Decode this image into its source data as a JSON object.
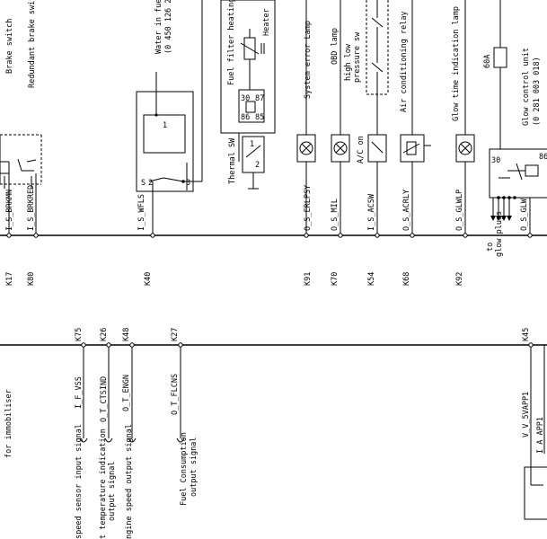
{
  "top": {
    "brake_switch": "Brake switch",
    "redundant_brake_switch": "Redundant brake switch",
    "water_in_fuel_level": "Water in fuel level",
    "water_part_no": "(0 450 126 2",
    "fuel_filter_heating": "Fuel filter heating re",
    "heater": "Heater",
    "thermal_sw": "Thermal SW",
    "system_error_lamp": "System error Lamp",
    "obd_lamp": "OBD lamp",
    "high_low_1": "high low",
    "high_low_2": "pressure sw",
    "ac_on": "A/C on",
    "air_conditioning_relay": "Air conditioning relay",
    "glow_time_lamp": "Glow time indication lamp",
    "fuse_60a": "60A",
    "glow_control_unit": "Glow control unit",
    "glow_part_no": "(0 281 003 018)",
    "to_glow_plugs_1": "to",
    "to_glow_plugs_2": "glow plugs",
    "pin_30": "30",
    "pin_86": "86",
    "pin_87": "87",
    "pin_85": "85",
    "pin_30b": "30",
    "pin_86b": "86",
    "pin_1": "1",
    "pin_2": "2",
    "pin_3": "3",
    "pin_1b": "1",
    "pin_2b": "2",
    "pin_s": "S"
  },
  "signals_top": [
    {
      "id": "brkmn",
      "signal": "I_S_BRKMN",
      "pin": "K17"
    },
    {
      "id": "brkred",
      "signal": "I_S_BRKRED",
      "pin": "K80"
    },
    {
      "id": "wfls",
      "signal": "I_S_WFLS",
      "pin": "K40"
    },
    {
      "id": "erlpsy",
      "signal": "O_S_ERLPSY",
      "pin": "K91"
    },
    {
      "id": "mil",
      "signal": "O_S_MIL",
      "pin": "K70"
    },
    {
      "id": "acsw",
      "signal": "I_S_ACSW",
      "pin": "K54"
    },
    {
      "id": "acrly",
      "signal": "O_S_ACRLY",
      "pin": "K68"
    },
    {
      "id": "glwlp",
      "signal": "O_S_GLWLP",
      "pin": "K92"
    },
    {
      "id": "glw",
      "signal": "O_S_GLW",
      "pin": ""
    }
  ],
  "signals_bottom": [
    {
      "id": "vss",
      "signal": "I_F_VSS",
      "pin": "K75",
      "desc": [
        "speed sensor input signal"
      ]
    },
    {
      "id": "ctsind",
      "signal": "O_T_CTSIND",
      "pin": "K26",
      "desc": [
        "t temperature indication",
        "output signal"
      ]
    },
    {
      "id": "engn",
      "signal": "O_T_ENGN",
      "pin": "K48",
      "desc": [
        "ngine speed output signal"
      ]
    },
    {
      "id": "flcns",
      "signal": "O_T_FLCNS",
      "pin": "K27",
      "desc": [
        "Fuel Consumption",
        "output signal"
      ]
    },
    {
      "id": "5vapp1",
      "signal": "V_V_5VAPP1",
      "pin": "K45",
      "desc": []
    },
    {
      "id": "app1",
      "signal": "I_A_APP1",
      "pin": "",
      "desc": []
    }
  ],
  "immobiliser": "for immobiliser"
}
